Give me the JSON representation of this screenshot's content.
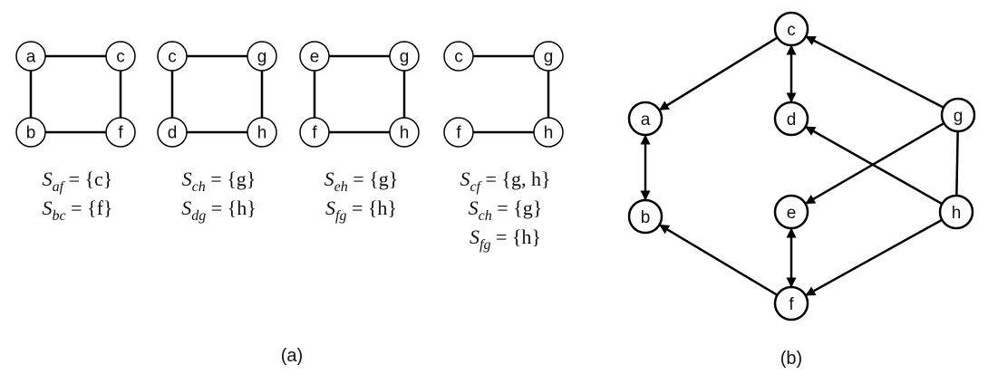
{
  "panel_a": {
    "caption": "(a)",
    "squares": [
      {
        "top_left": "a",
        "top_right": "c",
        "bottom_left": "b",
        "bottom_right": "f",
        "edges": [
          "tl-tr",
          "tl-bl",
          "bl-br",
          "tr-br"
        ],
        "sets": [
          {
            "sub": "af",
            "rhs": "{c}"
          },
          {
            "sub": "bc",
            "rhs": "{f}"
          }
        ]
      },
      {
        "top_left": "c",
        "top_right": "g",
        "bottom_left": "d",
        "bottom_right": "h",
        "edges": [
          "tl-tr",
          "tl-bl",
          "bl-br",
          "tr-br"
        ],
        "sets": [
          {
            "sub": "ch",
            "rhs": "{g}"
          },
          {
            "sub": "dg",
            "rhs": "{h}"
          }
        ]
      },
      {
        "top_left": "e",
        "top_right": "g",
        "bottom_left": "f",
        "bottom_right": "h",
        "edges": [
          "tl-tr",
          "tl-bl",
          "bl-br",
          "tr-br"
        ],
        "sets": [
          {
            "sub": "eh",
            "rhs": "{g}"
          },
          {
            "sub": "fg",
            "rhs": "{h}"
          }
        ]
      },
      {
        "top_left": "c",
        "top_right": "g",
        "bottom_left": "f",
        "bottom_right": "h",
        "edges": [
          "tl-tr",
          "bl-br",
          "tr-br"
        ],
        "sets": [
          {
            "sub": "cf",
            "rhs": "{g, h}"
          },
          {
            "sub": "ch",
            "rhs": "{g}"
          },
          {
            "sub": "fg",
            "rhs": "{h}"
          }
        ]
      }
    ]
  },
  "panel_b": {
    "caption": "(b)",
    "nodes": [
      "c",
      "a",
      "d",
      "g",
      "b",
      "e",
      "h",
      "f"
    ],
    "edges": [
      {
        "from": "c",
        "to": "a",
        "type": "directed"
      },
      {
        "from": "a",
        "to": "b",
        "type": "bidirected"
      },
      {
        "from": "c",
        "to": "d",
        "type": "bidirected"
      },
      {
        "from": "g",
        "to": "c",
        "type": "directed"
      },
      {
        "from": "g",
        "to": "e",
        "type": "directed"
      },
      {
        "from": "g",
        "to": "h",
        "type": "undirected"
      },
      {
        "from": "h",
        "to": "d",
        "type": "directed"
      },
      {
        "from": "h",
        "to": "f",
        "type": "directed"
      },
      {
        "from": "e",
        "to": "f",
        "type": "bidirected"
      },
      {
        "from": "f",
        "to": "b",
        "type": "directed"
      }
    ]
  }
}
